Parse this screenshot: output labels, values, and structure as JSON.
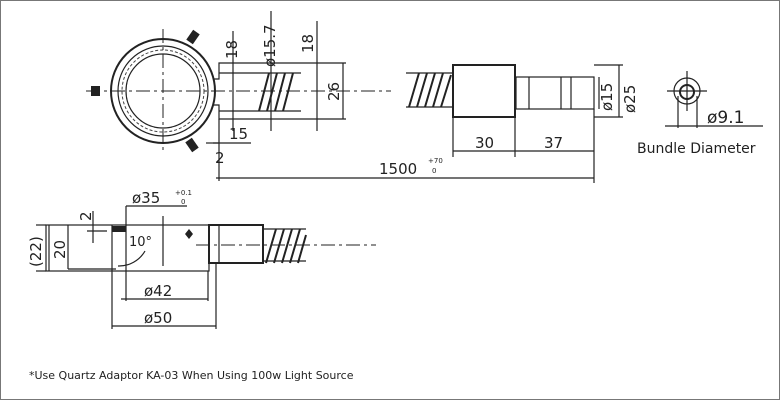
{
  "top_view": {
    "dims": {
      "d18_left": "18",
      "d15_7": "ø15.7",
      "d18_right": "18",
      "d26": "26",
      "d15": "15",
      "d2": "2",
      "d1500": "1500",
      "tol_upper": "+70",
      "tol_lower": "0",
      "d30": "30",
      "d37": "37",
      "d15_dia": "ø15",
      "d25_dia": "ø25"
    }
  },
  "bundle": {
    "diameter": "ø9.1",
    "label": "Bundle Diameter"
  },
  "side_view": {
    "dims": {
      "d22": "(22)",
      "d20": "20",
      "d2": "2",
      "d35": "ø35",
      "tol_upper": "+0.1",
      "tol_lower": "0",
      "angle": "10°",
      "d42": "ø42",
      "d50": "ø50"
    }
  },
  "footnote": "*Use Quartz Adaptor KA-03 When Using 100w Light Source"
}
